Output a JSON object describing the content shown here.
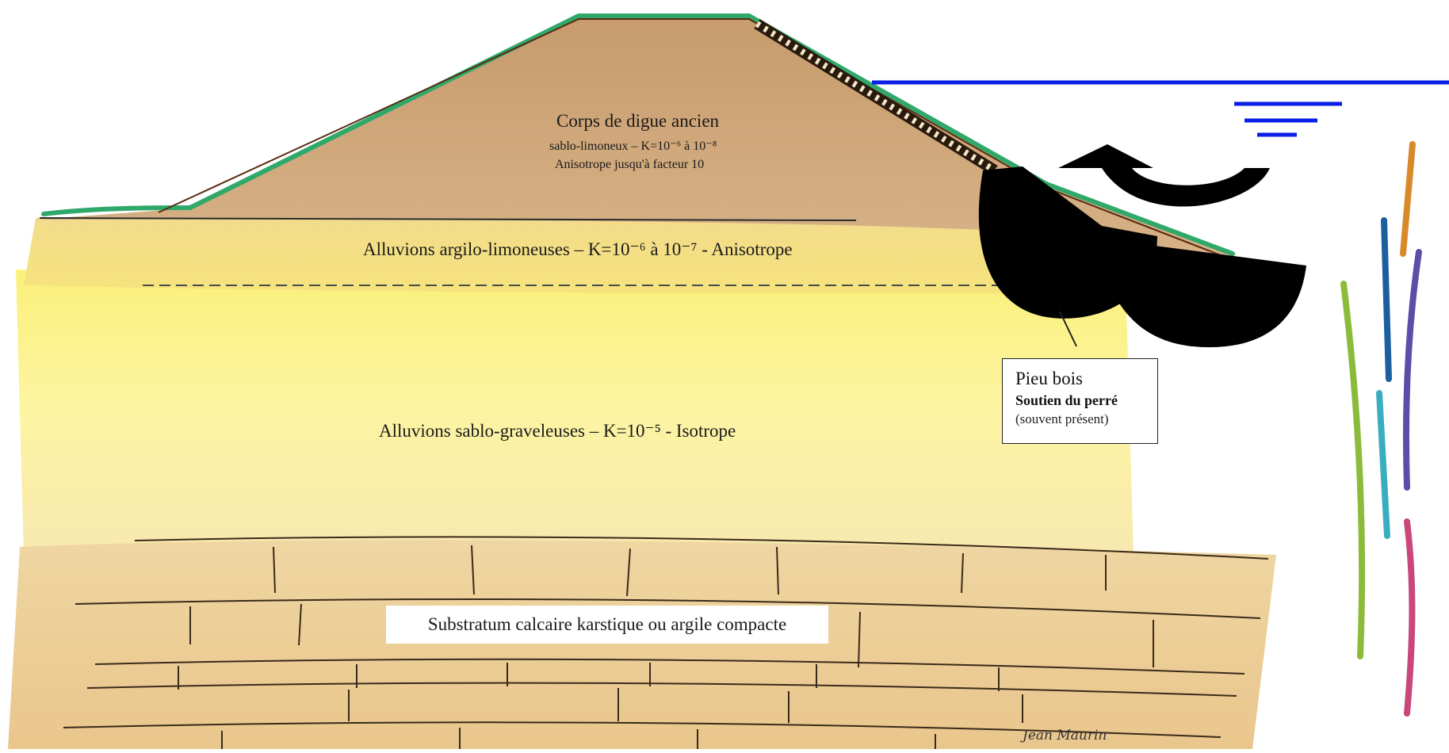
{
  "labels": {
    "digue_title": "Corps de digue ancien",
    "digue_line1": "sablo-limoneux – K=10⁻⁶ à 10⁻⁸",
    "digue_line2": "Anisotrope jusqu'à facteur 10",
    "alluvions_argilo": "Alluvions argilo-limoneuses – K=10⁻⁶ à 10⁻⁷ - Anisotrope",
    "alluvions_sablo": "Alluvions sablo-graveleuses – K=10⁻⁵ - Isotrope",
    "substratum": "Substratum calcaire karstique ou argile compacte"
  },
  "callout": {
    "title": "Pieu bois",
    "subtitle": "Soutien du perré",
    "note": "(souvent présent)"
  },
  "signature": "Jean Maurin",
  "colors": {
    "embankment": "#c9a074",
    "grass": "#2fa86a",
    "alluvion_upper": "#f1d880",
    "alluvion_lower": "#fbf29a",
    "limestone": "#f0d9a8",
    "water_line": "#0a1ee6",
    "overlay_black": "#000000"
  },
  "accent_bars": [
    "#d8892a",
    "#1c5fa0",
    "#5b4ea8",
    "#8cbb3c",
    "#3aaec0",
    "#c9477a"
  ]
}
